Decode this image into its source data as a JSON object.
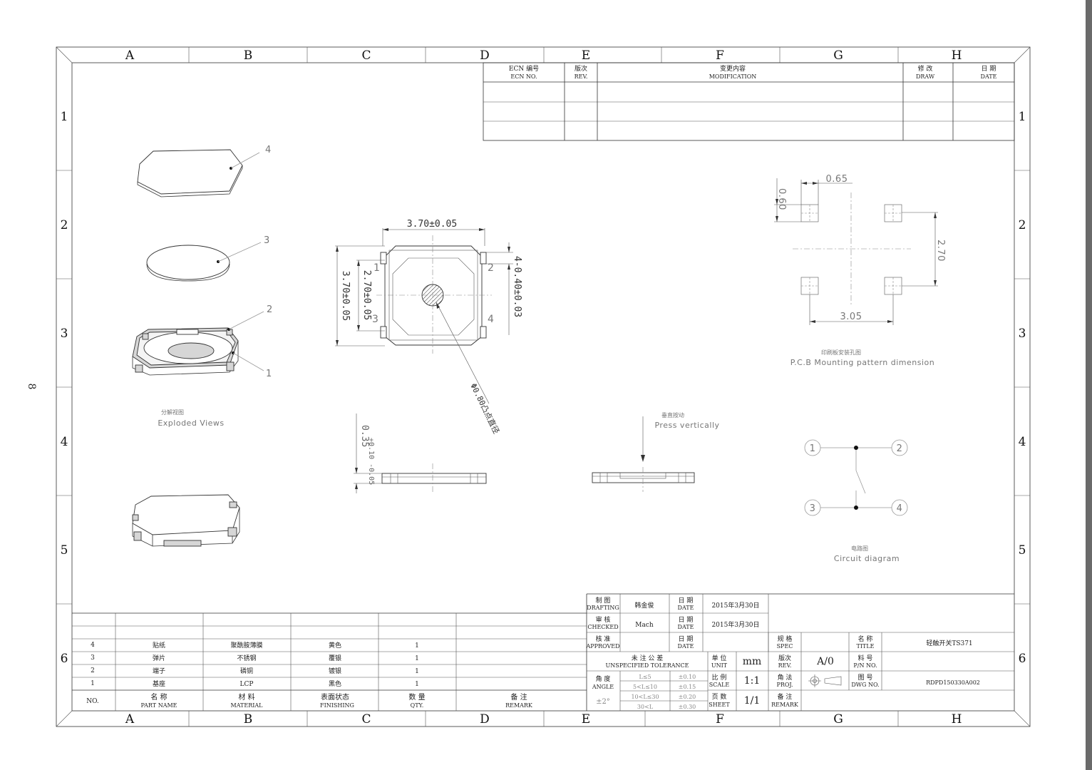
{
  "page_marker": "8",
  "grid": {
    "columns": [
      "A",
      "B",
      "C",
      "D",
      "E",
      "F",
      "G",
      "H"
    ],
    "rows": [
      "1",
      "2",
      "3",
      "4",
      "5",
      "6"
    ]
  },
  "revision_table": {
    "headers": [
      {
        "cn": "ECN 编号",
        "en": "ECN NO."
      },
      {
        "cn": "版次",
        "en": "REV."
      },
      {
        "cn": "变更内容",
        "en": "MODIFICATION"
      },
      {
        "cn": "修 改",
        "en": "DRAW"
      },
      {
        "cn": "日 期",
        "en": "DATE"
      }
    ]
  },
  "views": {
    "exploded": {
      "cn": "分解视图",
      "en": "Exploded Views",
      "callouts": [
        "4",
        "3",
        "2",
        "1"
      ]
    },
    "pcb": {
      "cn": "印刷板安装孔图",
      "en": "P.C.B Mounting pattern dimension"
    },
    "press": {
      "cn": "垂直按动",
      "en": "Press vertically"
    },
    "circuit": {
      "cn": "电路图",
      "en": "Circuit diagram",
      "pins": [
        "1",
        "2",
        "3",
        "4"
      ]
    }
  },
  "dimensions": {
    "top_width": "3.70±0.05",
    "left_height": "3.70±0.05",
    "inner": "2.70±0.05",
    "terminal": "4-0.40±0.03",
    "button_dia": "Φ0.80凸点直径",
    "thickness_base": "0.35",
    "thickness_tol": "+0.10 -0.05",
    "pin_labels": [
      "1",
      "2",
      "3",
      "4"
    ],
    "pcb_pad_h": "0.60",
    "pcb_pad_w": "0.65",
    "pcb_pitch_y": "2.70",
    "pcb_pitch_x": "3.05"
  },
  "bom": {
    "rows": [
      {
        "no": "4",
        "name": "贴纸",
        "material": "聚酰胺薄膜",
        "finishing": "黄色",
        "qty": "1",
        "remark": ""
      },
      {
        "no": "3",
        "name": "弹片",
        "material": "不锈钢",
        "finishing": "覆银",
        "qty": "1",
        "remark": ""
      },
      {
        "no": "2",
        "name": "端子",
        "material": "磷铜",
        "finishing": "镀银",
        "qty": "1",
        "remark": ""
      },
      {
        "no": "1",
        "name": "基座",
        "material": "LCP",
        "finishing": "黑色",
        "qty": "1",
        "remark": ""
      }
    ],
    "header": {
      "no": "NO.",
      "name_cn": "名 称",
      "name_en": "PART NAME",
      "material_cn": "材 料",
      "material_en": "MATERIAL",
      "finishing_cn": "表面状态",
      "finishing_en": "FINISHING",
      "qty_cn": "数 量",
      "qty_en": "QTY.",
      "remark_cn": "备 注",
      "remark_en": "REMARK"
    }
  },
  "title_block": {
    "drafting_cn": "制 图",
    "drafting_en": "DRAFTING",
    "drafter": "韩金俊",
    "checked_cn": "审 核",
    "checked_en": "CHECKED",
    "checker": "Mach",
    "approved_cn": "核 准",
    "approved_en": "APPROVED",
    "date_cn": "日 期",
    "date_en": "DATE",
    "date1": "2015年3月30日",
    "date2": "2015年3月30日",
    "tol_cn": "未 注 公 差",
    "tol_en": "UNSPECIFIED TOLERANCE",
    "angle_cn": "角 度",
    "angle_en": "ANGLE",
    "angle_val": "±2°",
    "tol_rows": [
      {
        "range": "L≤5",
        "val": "±0.10"
      },
      {
        "range": "5<L≤10",
        "val": "±0.15"
      },
      {
        "range": "10<L≤30",
        "val": "±0.20"
      },
      {
        "range": "30<L",
        "val": "±0.30"
      }
    ],
    "unit_cn": "单 位",
    "unit_en": "UNIT",
    "unit": "mm",
    "scale_cn": "比 例",
    "scale_en": "SCALE",
    "scale": "1:1",
    "sheet_cn": "页 数",
    "sheet_en": "SHEET",
    "sheet": "1/1",
    "spec_cn": "规 格",
    "spec_en": "SPEC",
    "rev_cn": "版次",
    "rev_en": "REV.",
    "rev": "A/0",
    "proj_cn": "角 法",
    "proj_en": "PROJ.",
    "remark_cn": "备 注",
    "remark_en": "REMARK",
    "title_cn": "名 称",
    "title_en": "TITLE",
    "title": "轻触开关TS371",
    "pn_cn": "料 号",
    "pn_en": "P/N NO.",
    "dwg_cn": "图 号",
    "dwg_en": "DWG NO.",
    "dwg": "RDPD150330A002"
  }
}
